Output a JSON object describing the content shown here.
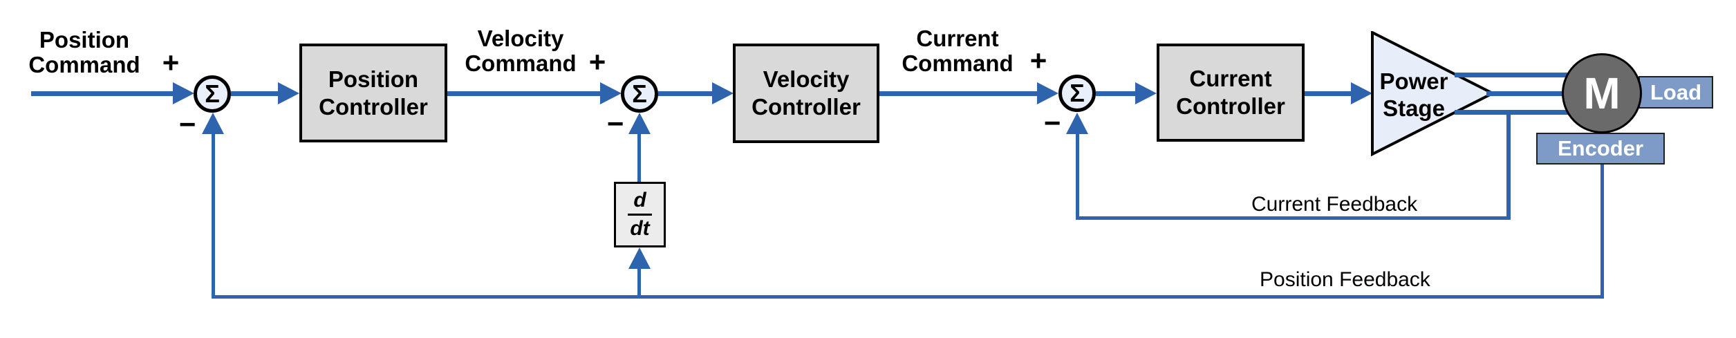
{
  "colors": {
    "line_blue": "#2e63ad",
    "block_fill": "#d9d9d9",
    "junction_fill": "#e9effb",
    "triangle_fill": "#e8eef9",
    "derivative_fill": "#ececec",
    "motor_fill": "#6a6a6a",
    "io_fill": "#7e9bc8",
    "io_border": "#1f1f1f",
    "text": "#000000"
  },
  "signals": {
    "position_command": {
      "line1": "Position",
      "line2": "Command"
    },
    "velocity_command": {
      "line1": "Velocity",
      "line2": "Command"
    },
    "current_command": {
      "line1": "Current",
      "line2": "Command"
    },
    "current_feedback": "Current Feedback",
    "position_feedback": "Position Feedback"
  },
  "junctions": [
    {
      "symbol": "Σ",
      "plus": "+",
      "minus": "−"
    },
    {
      "symbol": "Σ",
      "plus": "+",
      "minus": "−"
    },
    {
      "symbol": "Σ",
      "plus": "+",
      "minus": "−"
    }
  ],
  "blocks": {
    "position_controller": {
      "line1": "Position",
      "line2": "Controller"
    },
    "velocity_controller": {
      "line1": "Velocity",
      "line2": "Controller"
    },
    "current_controller": {
      "line1": "Current",
      "line2": "Controller"
    },
    "power_stage": {
      "line1": "Power",
      "line2": "Stage"
    },
    "derivative": {
      "numerator": "d",
      "denominator": "dt"
    },
    "motor": {
      "label": "M"
    },
    "load": {
      "label": "Load"
    },
    "encoder": {
      "label": "Encoder"
    }
  }
}
